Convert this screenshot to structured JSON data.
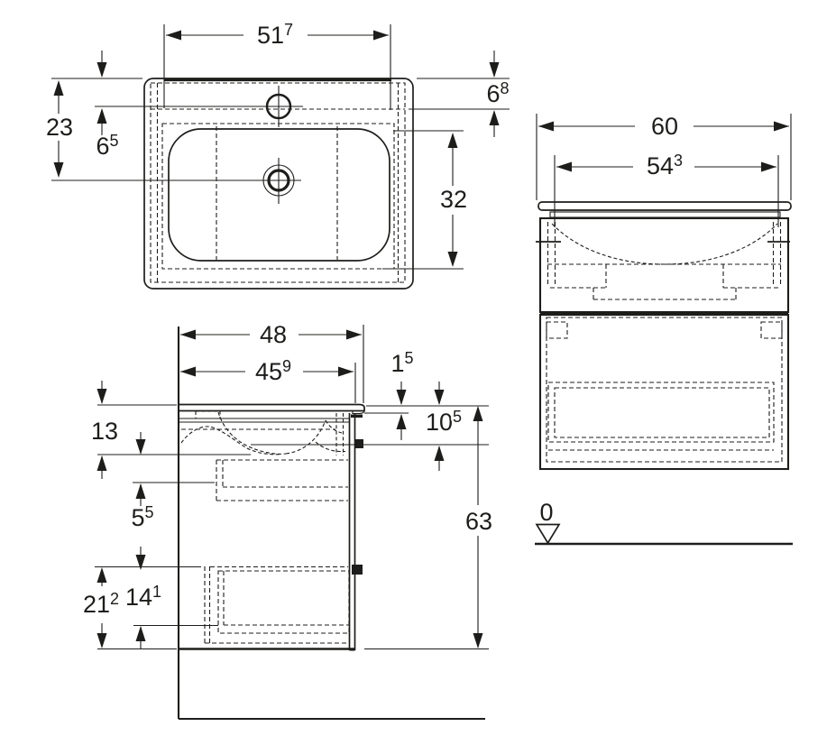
{
  "colors": {
    "line": "#1d1d1b",
    "background": "#ffffff"
  },
  "dimensions": {
    "plan": {
      "width": {
        "value": "51",
        "sup": "7"
      },
      "back_to_drain": {
        "value": "23",
        "sup": ""
      },
      "back_to_tap": {
        "value": "6",
        "sup": "5"
      },
      "back_edge_right": {
        "value": "6",
        "sup": "8"
      },
      "basin_depth": {
        "value": "32",
        "sup": ""
      }
    },
    "front": {
      "total_width": {
        "value": "60",
        "sup": ""
      },
      "cabinet_width": {
        "value": "54",
        "sup": "3"
      },
      "floor_datum": {
        "value": "0",
        "sup": ""
      }
    },
    "side": {
      "total_depth": {
        "value": "48",
        "sup": ""
      },
      "cabinet_depth": {
        "value": "45",
        "sup": "9"
      },
      "top_thickness": {
        "value": "1",
        "sup": "5"
      },
      "top_to_bowl": {
        "value": "10",
        "sup": "5"
      },
      "upper_zone": {
        "value": "13",
        "sup": ""
      },
      "drawer_offset": {
        "value": "5",
        "sup": "5"
      },
      "total_height": {
        "value": "63",
        "sup": ""
      },
      "lower_zone": {
        "value": "21",
        "sup": "2"
      },
      "lower_drawer": {
        "value": "14",
        "sup": "1"
      }
    }
  }
}
